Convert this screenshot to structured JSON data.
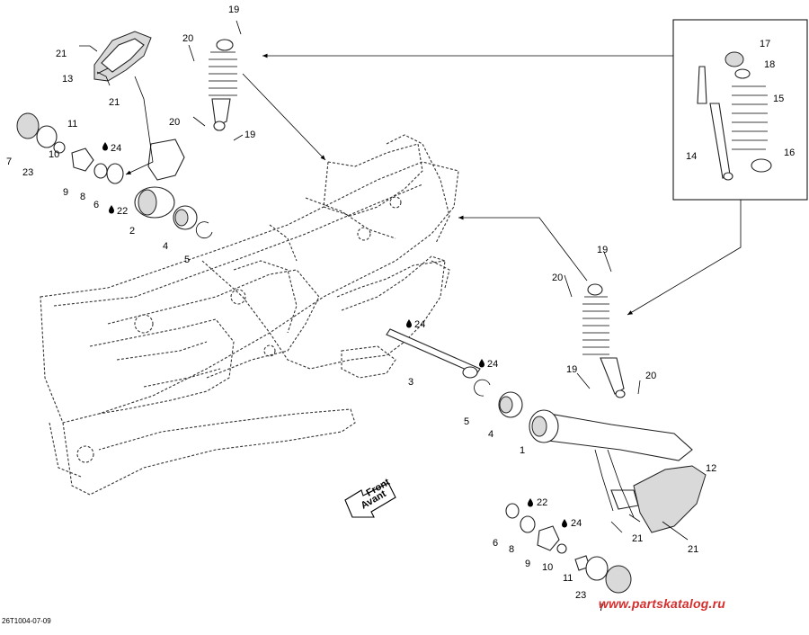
{
  "callouts": {
    "c1": "1",
    "c2": "2",
    "c3": "3",
    "c4a": "4",
    "c4b": "4",
    "c5a": "5",
    "c5b": "5",
    "c6a": "6",
    "c6b": "6",
    "c7a": "7",
    "c7b": "7",
    "c8a": "8",
    "c8b": "8",
    "c9a": "9",
    "c9b": "9",
    "c10a": "10",
    "c10b": "10",
    "c11a": "11",
    "c11b": "11",
    "c12": "12",
    "c13": "13",
    "c14": "14",
    "c15": "15",
    "c16": "16",
    "c17": "17",
    "c18": "18",
    "c19a": "19",
    "c19b": "19",
    "c19c": "19",
    "c19d": "19",
    "c20a": "20",
    "c20b": "20",
    "c20c": "20",
    "c20d": "20",
    "c21a": "21",
    "c21b": "21",
    "c21c": "21",
    "c21d": "21",
    "c22a": "22",
    "c22b": "22",
    "c23a": "23",
    "c23b": "23",
    "c24a": "24",
    "c24b": "24",
    "c24c": "24",
    "c24d": "24"
  },
  "direction_label": {
    "line1": "Front",
    "line2": "Avant"
  },
  "document_code": "26T1004-07-09",
  "watermark": "www.partskatalog.ru",
  "colors": {
    "watermark": "#d62d2d",
    "line": "#222222"
  },
  "icons": {
    "lubricant": "oil-drop-icon"
  }
}
